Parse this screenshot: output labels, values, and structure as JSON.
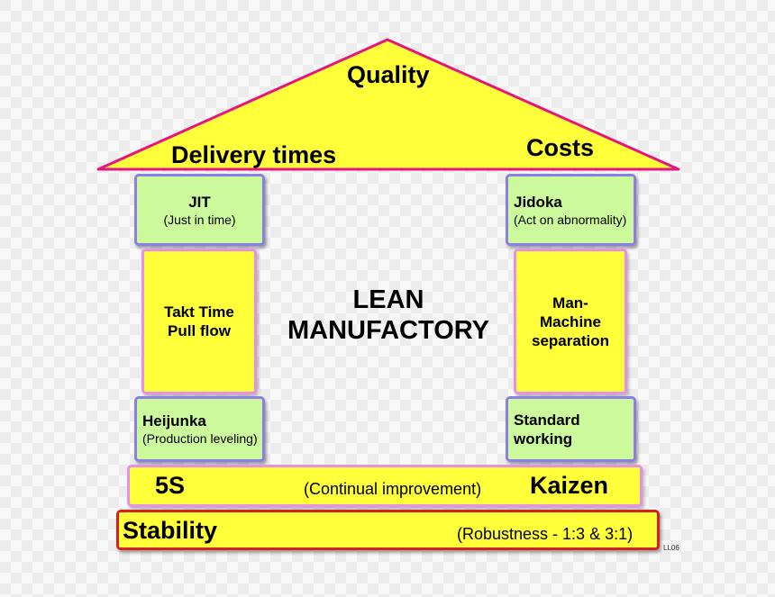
{
  "roof": {
    "top": "Quality",
    "left": "Delivery times",
    "right": "Costs"
  },
  "pillars": {
    "left_top": {
      "title": "JIT",
      "subtitle": "(Just in time)"
    },
    "left_middle": {
      "line1": "Takt Time",
      "line2": "Pull flow"
    },
    "left_bottom": {
      "title": "Heijunka",
      "subtitle": "(Production leveling)"
    },
    "right_top": {
      "title": "Jidoka",
      "subtitle": "(Act on abnormality)"
    },
    "right_middle": {
      "line1": "Man-",
      "line2": "Machine",
      "line3": "separation"
    },
    "right_bottom": {
      "line1": "Standard",
      "line2": "working"
    }
  },
  "center": {
    "line1": "LEAN",
    "line2": "MANUFACTORY"
  },
  "kaizen_bar": {
    "left": "5S",
    "middle": "(Continual improvement)",
    "right": "Kaizen"
  },
  "stability_bar": {
    "left": "Stability",
    "right": "(Robustness - 1:3 & 3:1)"
  },
  "footnote": "LL06",
  "colors": {
    "roof_fill": "#ffff3a",
    "roof_border": "#e5177f",
    "green_box": "#ccf99c",
    "green_border": "#8a7fe6",
    "yellow_box": "#ffff3a",
    "yellow_border": "#e98ee9",
    "stability_border": "#d81e1e"
  }
}
